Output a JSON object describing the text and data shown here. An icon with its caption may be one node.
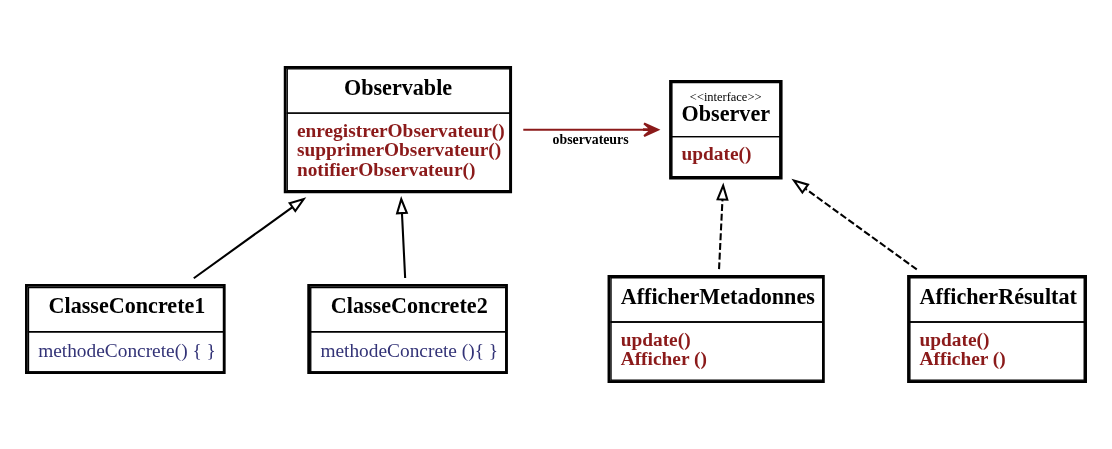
{
  "diagram": {
    "nodes": [
      {
        "text": [
          "Observable",
          "enregistrerObservateur()",
          "supprimerObservateur()",
          "notifierObservateur()"
        ]
      },
      {
        "text": [
          "<<interface>>",
          "Observer",
          "update()"
        ]
      },
      {
        "text": [
          "AfficherMetadonnes",
          "update()",
          "Afficher ()"
        ]
      },
      {
        "text": [
          "AfficherRésultat",
          "update()",
          "Afficher ()"
        ]
      },
      {
        "text": [
          "ClasseConcrete1",
          "methodeConcrete() { }"
        ]
      },
      {
        "text": [
          "ClasseConcrete2",
          "methodeConcrete (){ }"
        ]
      }
    ],
    "edges": [
      {
        "from": 0,
        "to": 1,
        "arrow": "to",
        "label": "observateurs",
        "color": "#8b1a1a"
      },
      {
        "from": 2,
        "to": 1,
        "arrow": "to",
        "style": "dashed"
      },
      {
        "from": 3,
        "to": 1,
        "arrow": "to",
        "style": "dashed"
      },
      {
        "from": 4,
        "to": 0,
        "arrow": "to"
      },
      {
        "from": 5,
        "to": 0,
        "arrow": "to"
      }
    ]
  }
}
